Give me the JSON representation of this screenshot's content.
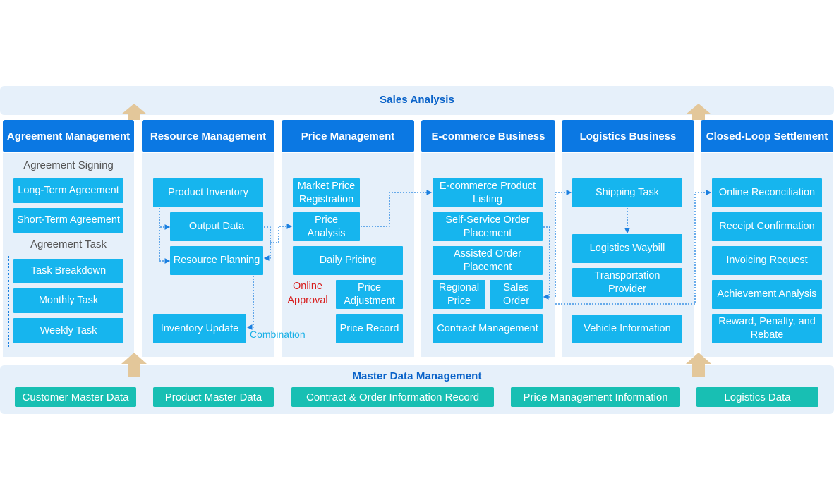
{
  "sales_analysis": {
    "title": "Sales Analysis"
  },
  "columns": {
    "agreement": {
      "title": "Agreement Management",
      "signing_label": "Agreement Signing",
      "signing_items": [
        "Long-Term Agreement",
        "Short-Term Agreement"
      ],
      "task_label": "Agreement Task",
      "task_items": [
        "Task Breakdown",
        "Monthly Task",
        "Weekly Task"
      ]
    },
    "resource": {
      "title": "Resource Management",
      "items": [
        "Product Inventory",
        "Output Data",
        "Resource Planning",
        "Inventory Update"
      ],
      "note": "Combination"
    },
    "price": {
      "title": "Price Management",
      "items": [
        "Market Price Registration",
        "Price Analysis",
        "Daily Pricing",
        "Price Adjustment",
        "Price Record"
      ],
      "note": "Online Approval"
    },
    "ecommerce": {
      "title": "E-commerce Business",
      "items": [
        "E-commerce Product Listing",
        "Self-Service Order Placement",
        "Assisted Order Placement",
        "Regional Price",
        "Sales Order",
        "Contract Management"
      ]
    },
    "logistics": {
      "title": "Logistics Business",
      "items": [
        "Shipping Task",
        "Logistics Waybill",
        "Transportation Provider",
        "Vehicle Information"
      ]
    },
    "settlement": {
      "title": "Closed-Loop Settlement",
      "items": [
        "Online Reconciliation",
        "Receipt Confirmation",
        "Invoicing Request",
        "Achievement Analysis",
        "Reward, Penalty, and Rebate"
      ]
    }
  },
  "master_data": {
    "title": "Master Data Management",
    "items": [
      "Customer Master Data",
      "Product Master Data",
      "Contract & Order Information Record",
      "Price Management Information",
      "Logistics Data"
    ]
  },
  "colors": {
    "header_blue": "#0b78e3",
    "box_cyan": "#16b5ee",
    "master_teal": "#18bfb3",
    "band_bg": "#e6f0fa",
    "arrow_gold": "#e3c79a",
    "note_red": "#d81e1e"
  }
}
